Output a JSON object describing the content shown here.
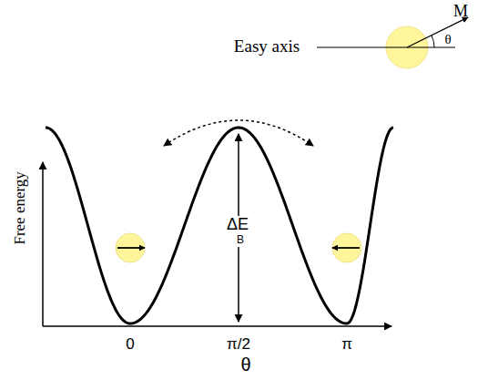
{
  "diagram": {
    "labels": [
      "M",
      "θ",
      "Easy axis",
      "Free energy",
      "ΔE",
      "B",
      "0",
      "π/2",
      "π",
      "θ"
    ]
  }
}
